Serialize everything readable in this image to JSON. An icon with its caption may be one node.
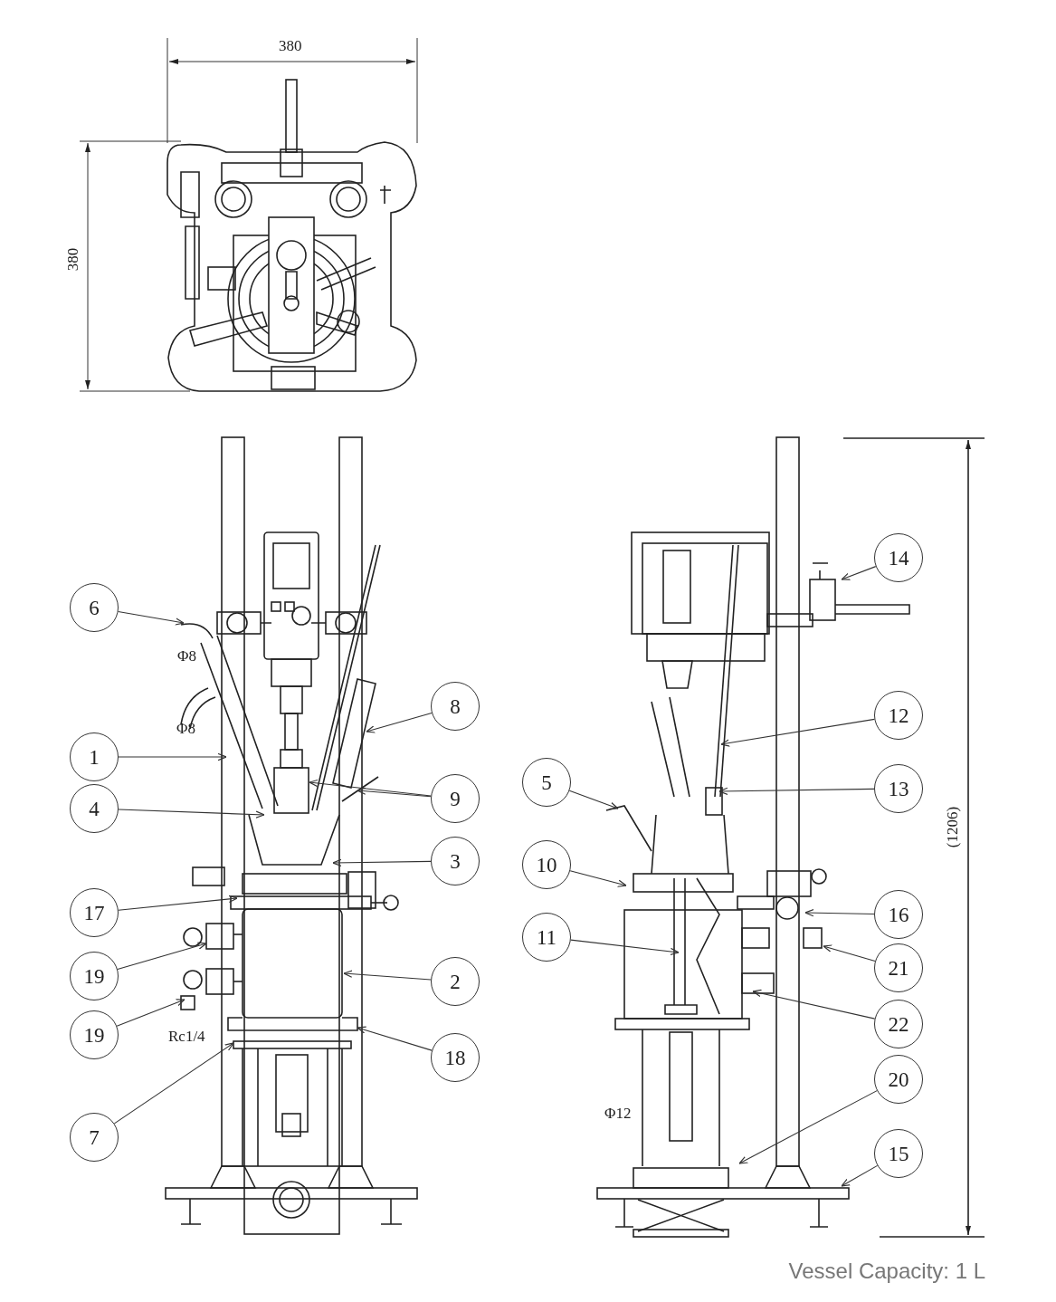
{
  "diagram": {
    "caption": "Vessel Capacity: 1 L",
    "nodes": [
      {
        "text": [
          "6"
        ]
      },
      {
        "text": [
          "8"
        ]
      },
      {
        "text": [
          "1"
        ]
      },
      {
        "text": [
          "9"
        ]
      },
      {
        "text": [
          "4"
        ]
      },
      {
        "text": [
          "3"
        ]
      },
      {
        "text": [
          "17"
        ]
      },
      {
        "text": [
          "2"
        ]
      },
      {
        "text": [
          "19"
        ]
      },
      {
        "text": [
          "19"
        ]
      },
      {
        "text": [
          "18"
        ]
      },
      {
        "text": [
          "7"
        ]
      },
      {
        "text": [
          "14"
        ]
      },
      {
        "text": [
          "12"
        ]
      },
      {
        "text": [
          "5"
        ]
      },
      {
        "text": [
          "13"
        ]
      },
      {
        "text": [
          "10"
        ]
      },
      {
        "text": [
          "16"
        ]
      },
      {
        "text": [
          "11"
        ]
      },
      {
        "text": [
          "21"
        ]
      },
      {
        "text": [
          "22"
        ]
      },
      {
        "text": [
          "20"
        ]
      },
      {
        "text": [
          "15"
        ]
      }
    ],
    "edges": [
      {
        "from": 0,
        "to": null,
        "arrow": "to"
      },
      {
        "from": 1,
        "to": null,
        "arrow": "to"
      },
      {
        "from": 2,
        "to": null,
        "arrow": "to"
      },
      {
        "from": 3,
        "to": null,
        "arrow": "to"
      },
      {
        "from": 3,
        "to": null,
        "arrow": "to"
      },
      {
        "from": 4,
        "to": null,
        "arrow": "to"
      },
      {
        "from": 5,
        "to": null,
        "arrow": "to"
      },
      {
        "from": 6,
        "to": null,
        "arrow": "to"
      },
      {
        "from": 7,
        "to": null,
        "arrow": "to"
      },
      {
        "from": 8,
        "to": null,
        "arrow": "to"
      },
      {
        "from": 9,
        "to": null,
        "arrow": "to"
      },
      {
        "from": 10,
        "to": null,
        "arrow": "to"
      },
      {
        "from": 11,
        "to": null,
        "arrow": "to"
      },
      {
        "from": 12,
        "to": null,
        "arrow": "to"
      },
      {
        "from": 13,
        "to": null,
        "arrow": "to"
      },
      {
        "from": 14,
        "to": null,
        "arrow": "to"
      },
      {
        "from": 15,
        "to": null,
        "arrow": "to"
      },
      {
        "from": 16,
        "to": null,
        "arrow": "to"
      },
      {
        "from": 17,
        "to": null,
        "arrow": "to"
      },
      {
        "from": 18,
        "to": null,
        "arrow": "to"
      },
      {
        "from": 19,
        "to": null,
        "arrow": "to"
      },
      {
        "from": 20,
        "to": null,
        "arrow": "to"
      },
      {
        "from": 21,
        "to": null,
        "arrow": "to"
      },
      {
        "from": 22,
        "to": null,
        "arrow": "to"
      }
    ],
    "labels": [
      "380",
      "380",
      "Φ8",
      "Φ8",
      "Rc1/4",
      "Φ12",
      "(1206)"
    ]
  }
}
